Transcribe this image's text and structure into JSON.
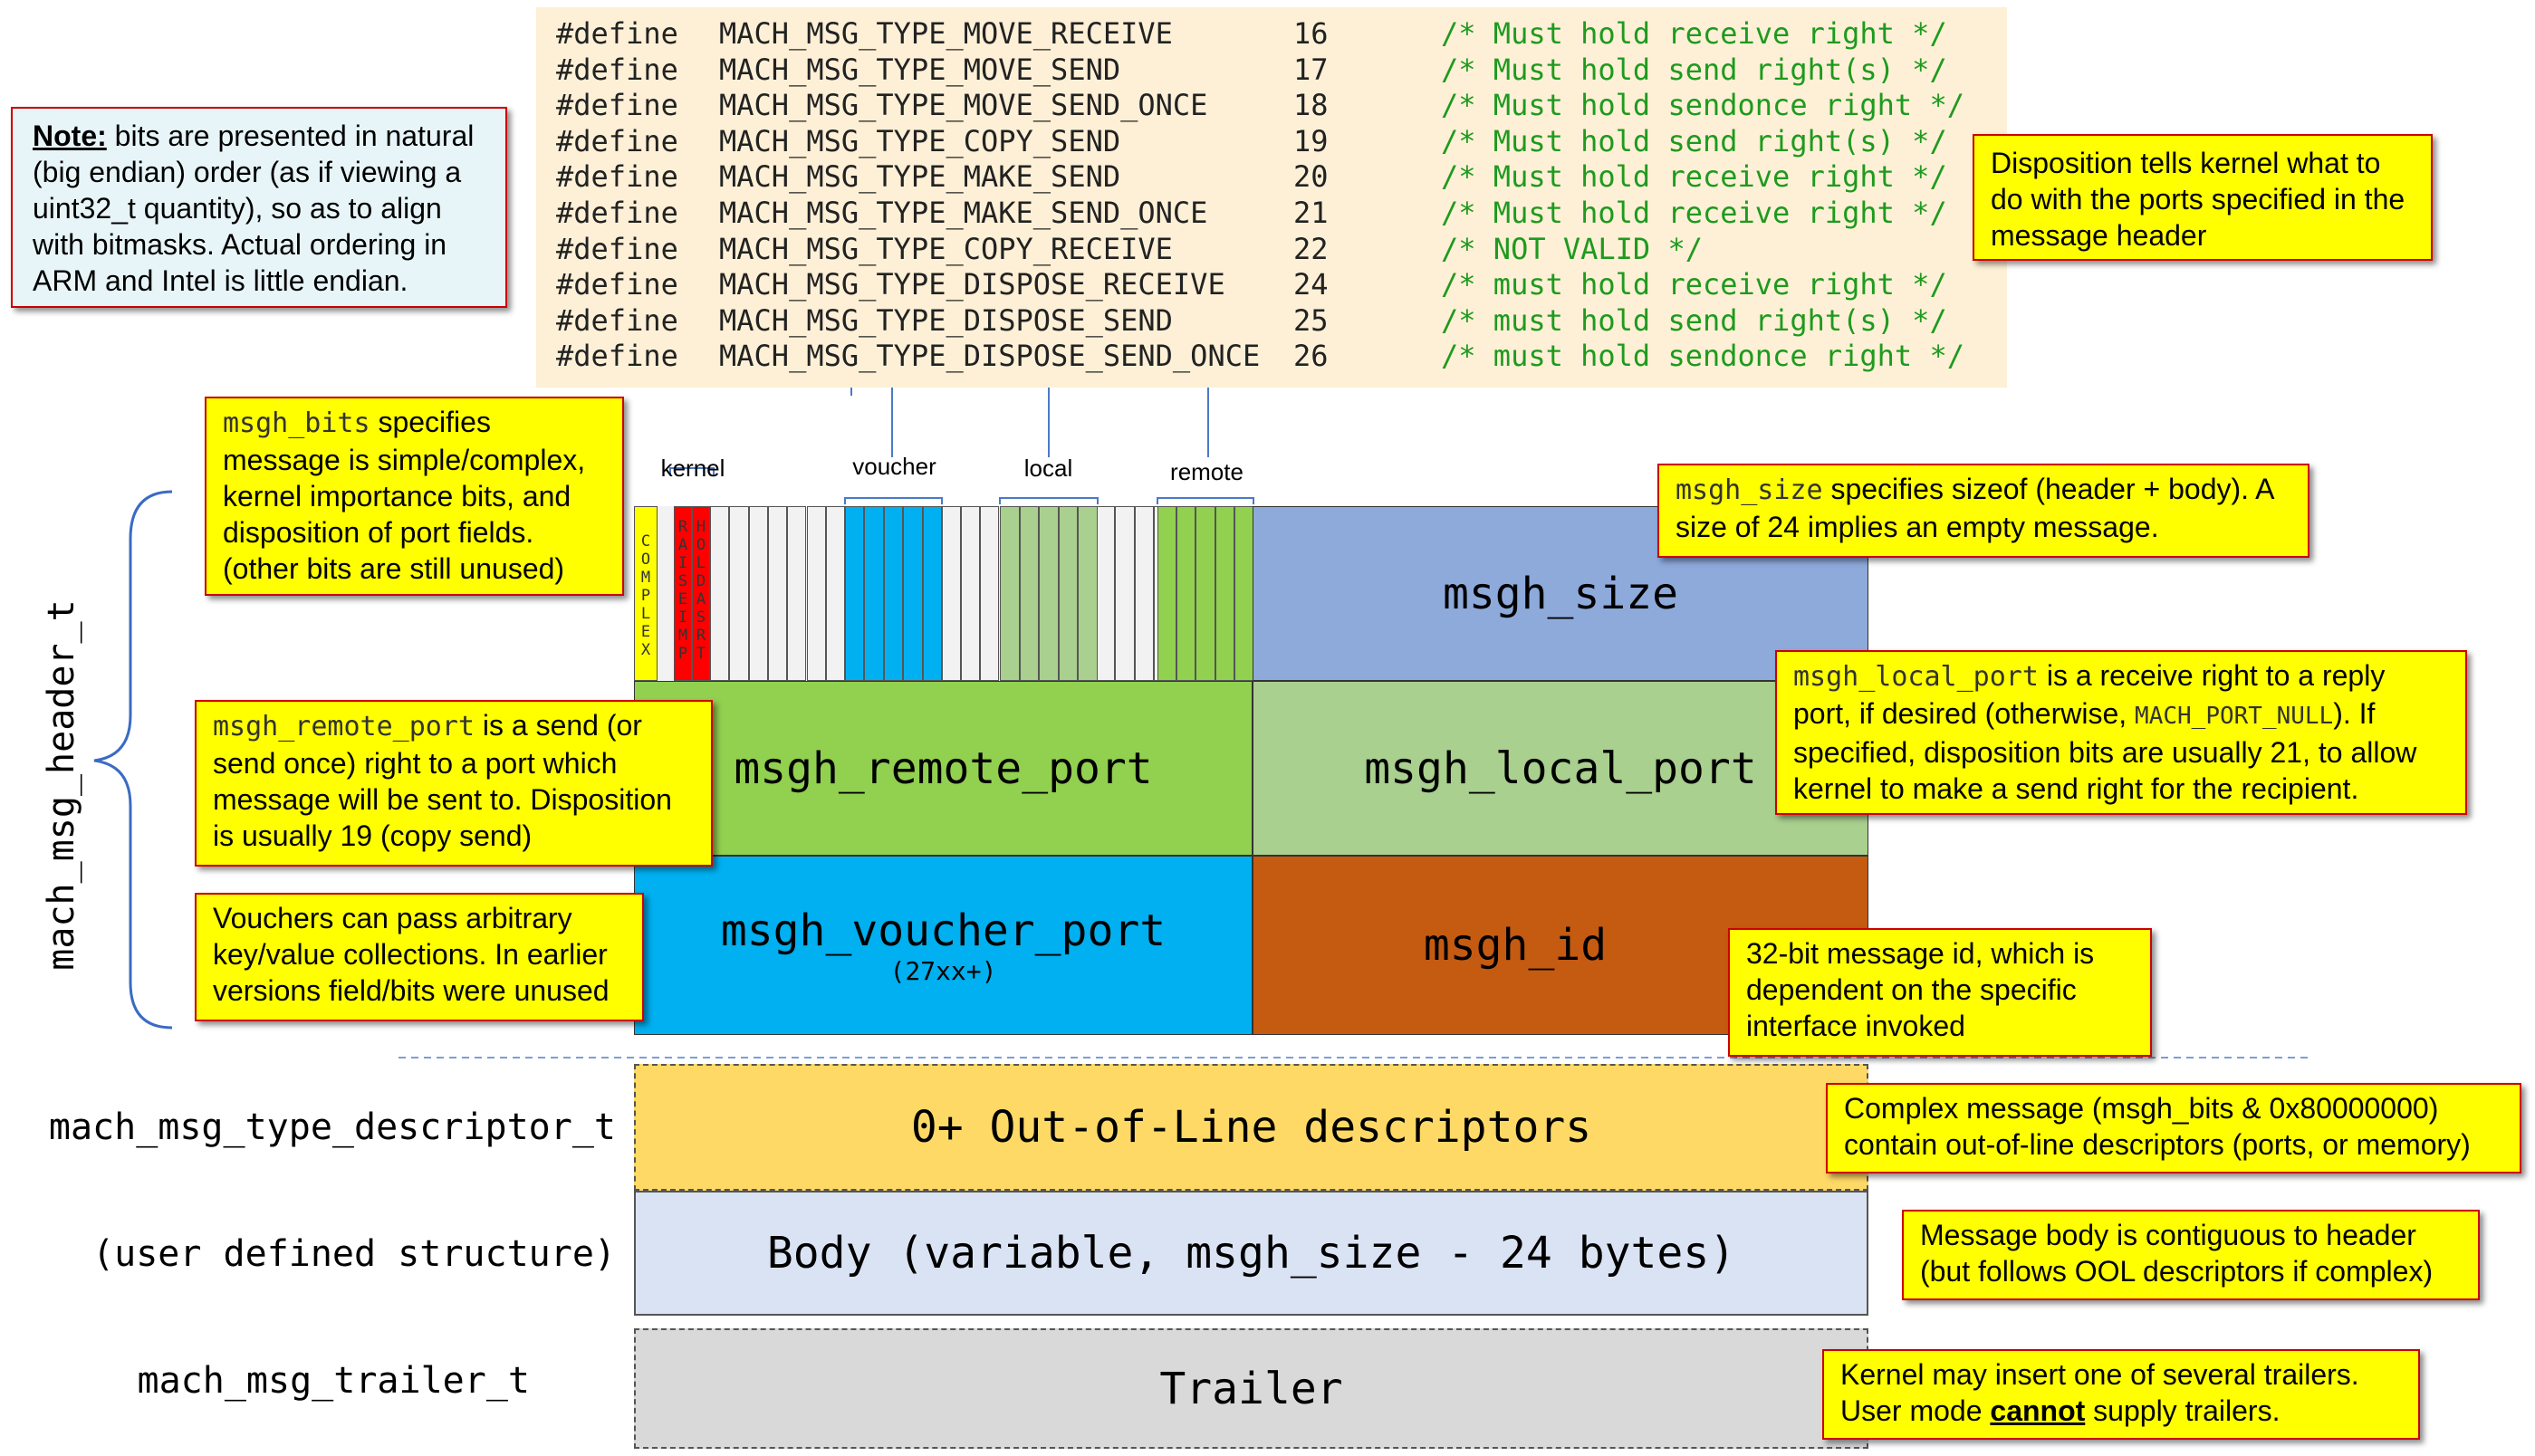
{
  "code": {
    "lines": [
      {
        "kw": "#define",
        "name": "MACH_MSG_TYPE_MOVE_RECEIVE",
        "value": "16",
        "comment": "/* Must hold receive right */"
      },
      {
        "kw": "#define",
        "name": "MACH_MSG_TYPE_MOVE_SEND",
        "value": "17",
        "comment": "/* Must hold send right(s) */"
      },
      {
        "kw": "#define",
        "name": "MACH_MSG_TYPE_MOVE_SEND_ONCE",
        "value": "18",
        "comment": "/* Must hold sendonce right */"
      },
      {
        "kw": "#define",
        "name": "MACH_MSG_TYPE_COPY_SEND",
        "value": "19",
        "comment": "/* Must hold send right(s) */"
      },
      {
        "kw": "#define",
        "name": "MACH_MSG_TYPE_MAKE_SEND",
        "value": "20",
        "comment": "/* Must hold receive right */"
      },
      {
        "kw": "#define",
        "name": "MACH_MSG_TYPE_MAKE_SEND_ONCE",
        "value": "21",
        "comment": "/* Must hold receive right */"
      },
      {
        "kw": "#define",
        "name": "MACH_MSG_TYPE_COPY_RECEIVE",
        "value": "22",
        "comment": "/* NOT VALID */"
      },
      {
        "kw": "#define",
        "name": "MACH_MSG_TYPE_DISPOSE_RECEIVE",
        "value": "24",
        "comment": "/* must hold receive right */"
      },
      {
        "kw": "#define",
        "name": "MACH_MSG_TYPE_DISPOSE_SEND",
        "value": "25",
        "comment": "/* must hold send right(s) */"
      },
      {
        "kw": "#define",
        "name": "MACH_MSG_TYPE_DISPOSE_SEND_ONCE",
        "value": "26",
        "comment": "/* must hold sendonce right */"
      }
    ]
  },
  "note": {
    "prefix": "Note:",
    "text": " bits are presented in natural (big endian) order (as if viewing a uint32_t quantity), so as to align with bitmasks. Actual ordering in ARM and Intel is little endian."
  },
  "disposition_note": "Disposition tells kernel what to do with the ports specified in the message header",
  "bits_note": {
    "code": "msgh_bits",
    "text": " specifies message is simple/complex, kernel importance bits, and disposition of port fields. (other bits are still unused)"
  },
  "size_note": {
    "code": "msgh_size",
    "text": " specifies sizeof (header + body). A size of 24 implies an empty message."
  },
  "local_note": {
    "code": "msgh_local_port",
    "text1": " is a receive right to a reply port, if desired (otherwise, ",
    "code2": "MACH_PORT_NULL",
    "text2": "). If specified, disposition bits are usually 21, to allow kernel to make a send right for the recipient."
  },
  "remote_note": {
    "code": "msgh_remote_port",
    "text": " is a send (or send once) right to a port which message will be sent to. Disposition is  usually 19 (copy  send)"
  },
  "voucher_note": "Vouchers can pass arbitrary key/value collections. In earlier versions field/bits were unused",
  "id_note": "32-bit message id, which is dependent on the specific interface invoked",
  "complex_note": "Complex message (msgh_bits & 0x80000000) contain out-of-line descriptors (ports, or memory)",
  "body_note": "Message body is contiguous to header (but follows OOL descriptors if complex)",
  "trailer_note": {
    "line1": "Kernel may insert one of several trailers.",
    "pre": "User mode ",
    "emph": "cannot",
    "post": " supply trailers."
  },
  "bit_groups": {
    "kernel": "kernel",
    "voucher": "voucher",
    "local": "local",
    "remote": "remote"
  },
  "bit_labels": {
    "complex": "COMPLEX",
    "raiseimp": "RAISEIMP",
    "holdasrt": "HOLDASRT"
  },
  "header_label": "mach_msg_header_t",
  "cells": {
    "size": "msgh_size",
    "remote": "msgh_remote_port",
    "local": "msgh_local_port",
    "voucher": "msgh_voucher_port",
    "voucher_sub": "(27xx+)",
    "id": "msgh_id"
  },
  "rows": {
    "ool": {
      "label": "mach_msg_type_descriptor_t",
      "text": "0+ Out-of-Line descriptors"
    },
    "body": {
      "label": "(user defined structure)",
      "text": "Body (variable, msgh_size - 24 bytes)"
    },
    "trailer": {
      "label": "mach_msg_trailer_t",
      "text": "Trailer"
    }
  },
  "colors": {
    "code_bg": "#fdf0d6",
    "comment": "#1e9a1e",
    "note_fill": "#ffff00",
    "note_border": "#cc0000",
    "size": "#8eaadb",
    "remote": "#92d050",
    "local": "#a9d08e",
    "voucher": "#00b0f0",
    "id": "#c55a11",
    "ool": "#ffd966",
    "body": "#dae3f3",
    "trailer": "#d9d9d9",
    "bits_complex": "#ffff00",
    "bits_kernel": "#ff0000",
    "bits_voucher": "#00b0f0",
    "bits_local": "#a9d08e",
    "bits_remote": "#92d050",
    "bits_unused": "#f2f2f2"
  }
}
